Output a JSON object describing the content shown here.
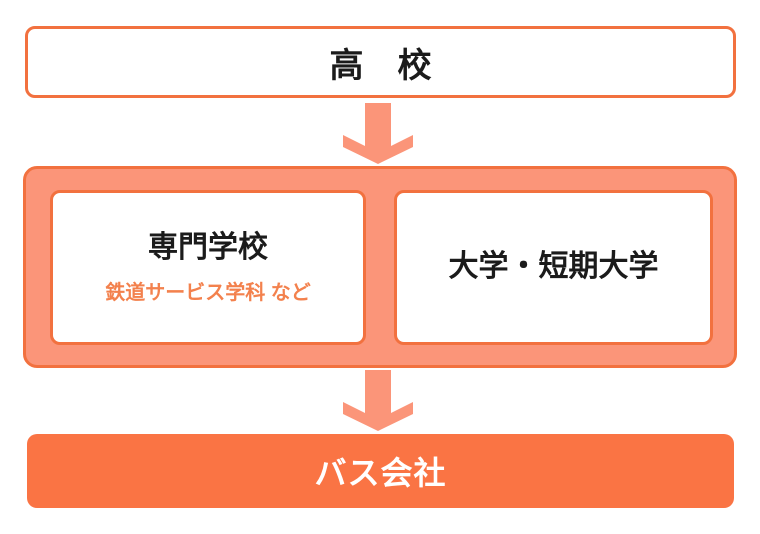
{
  "colors": {
    "border_orange": "#F2713F",
    "salmon": "#FB9579",
    "solid_orange": "#FA7444",
    "subtext_orange": "#F3814D",
    "text_dark": "#1B1B1B",
    "text_white": "#FFFFFF",
    "page_bg": "#FFFFFF"
  },
  "diagram": {
    "type": "flowchart",
    "top_box": {
      "label": "高　校"
    },
    "arrow1": {
      "icon": "down-arrow-icon"
    },
    "middle_group": {
      "left_box": {
        "title": "専門学校",
        "subtitle": "鉄道サービス学科 など"
      },
      "right_box": {
        "title": "大学・短期大学"
      }
    },
    "arrow2": {
      "icon": "down-arrow-icon"
    },
    "bottom_box": {
      "label": "バス会社"
    }
  }
}
